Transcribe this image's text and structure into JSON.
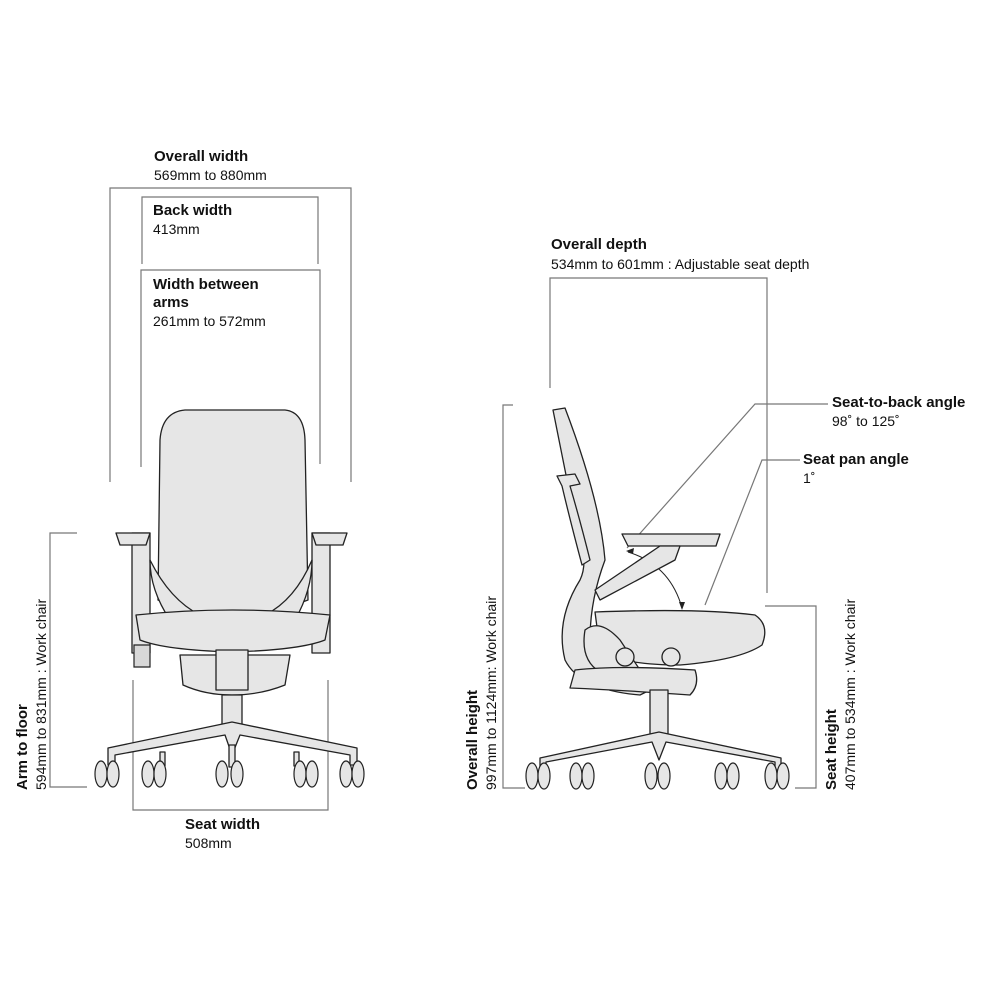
{
  "front_view": {
    "overall_width": {
      "title": "Overall width",
      "value": "569mm to 880mm"
    },
    "back_width": {
      "title": "Back width",
      "value": "413mm"
    },
    "width_between_arms": {
      "title_line1": "Width between",
      "title_line2": "arms",
      "value": "261mm to 572mm"
    },
    "arm_to_floor": {
      "title": "Arm to floor",
      "value": "594mm to 831mm : Work chair"
    },
    "seat_width": {
      "title": "Seat width",
      "value": "508mm"
    }
  },
  "side_view": {
    "overall_depth": {
      "title": "Overall depth",
      "value": "534mm to 601mm : Adjustable seat depth"
    },
    "seat_to_back_angle": {
      "title": "Seat-to-back angle",
      "value": "98˚ to 125˚"
    },
    "seat_pan_angle": {
      "title": "Seat pan angle",
      "value": "1˚"
    },
    "overall_height": {
      "title": "Overall height",
      "value": "997mm to 1124mm:  Work chair"
    },
    "seat_height": {
      "title": "Seat height",
      "value": "407mm to 534mm : Work chair"
    }
  },
  "colors": {
    "chair_fill": "#e6e6e6",
    "outline": "#222222",
    "dimension_line": "#777777"
  }
}
